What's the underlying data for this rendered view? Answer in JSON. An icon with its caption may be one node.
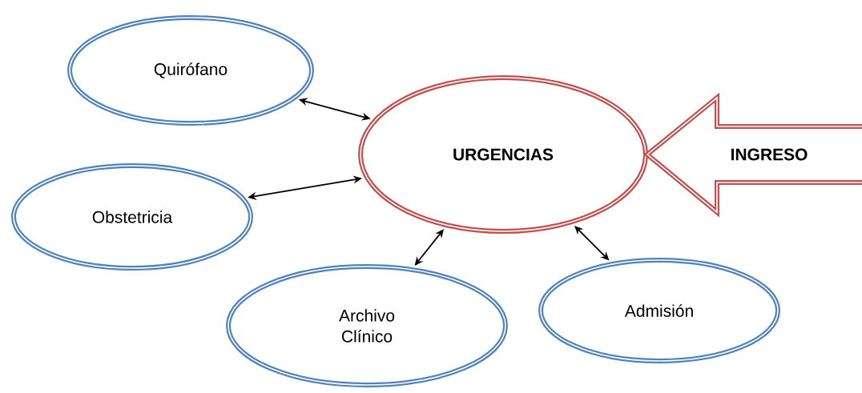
{
  "diagram": {
    "nodes": [
      {
        "text": [
          "URGENCIAS"
        ]
      },
      {
        "text": [
          "Quirófano"
        ]
      },
      {
        "text": [
          "Obstetricia"
        ]
      },
      {
        "text": [
          "Archivo Clínico"
        ]
      },
      {
        "text": [
          "Admisión"
        ]
      },
      {
        "text": [
          "INGRESO"
        ]
      }
    ],
    "edges": [
      {
        "from": 1,
        "to": 0,
        "arrow": "both"
      },
      {
        "from": 2,
        "to": 0,
        "arrow": "both"
      },
      {
        "from": 3,
        "to": 0,
        "arrow": "both"
      },
      {
        "from": 4,
        "to": 0,
        "arrow": "both"
      }
    ]
  }
}
